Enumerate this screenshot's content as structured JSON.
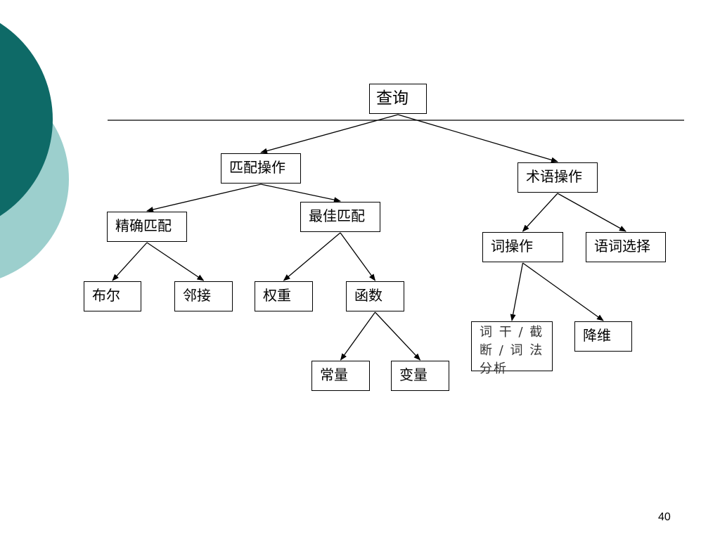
{
  "nodes": {
    "root": "查询",
    "match_ops": "匹配操作",
    "term_ops": "术语操作",
    "exact_match": "精确匹配",
    "best_match": "最佳匹配",
    "word_ops": "词操作",
    "word_select": "语词选择",
    "boolean": "布尔",
    "adjacency": "邻接",
    "weight": "权重",
    "function": "函数",
    "stem_analysis": "词 干 / 截断 / 词 法分析",
    "dim_reduction": "降维",
    "constant": "常量",
    "variable": "变量"
  },
  "edges": [
    [
      "root",
      "match_ops"
    ],
    [
      "root",
      "term_ops"
    ],
    [
      "match_ops",
      "exact_match"
    ],
    [
      "match_ops",
      "best_match"
    ],
    [
      "term_ops",
      "word_ops"
    ],
    [
      "term_ops",
      "word_select"
    ],
    [
      "exact_match",
      "boolean"
    ],
    [
      "exact_match",
      "adjacency"
    ],
    [
      "best_match",
      "weight"
    ],
    [
      "best_match",
      "function"
    ],
    [
      "word_ops",
      "stem_analysis"
    ],
    [
      "word_ops",
      "dim_reduction"
    ],
    [
      "function",
      "constant"
    ],
    [
      "function",
      "variable"
    ]
  ],
  "page_number": "40",
  "colors": {
    "circle_dark": "#0e6a67",
    "circle_light": "#9ccfcd",
    "line": "#000000"
  }
}
